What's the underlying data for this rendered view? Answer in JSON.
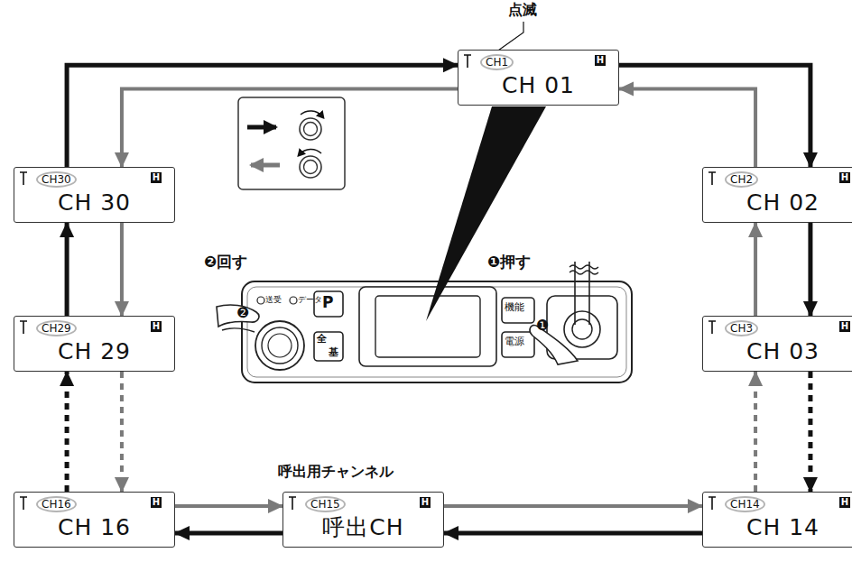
{
  "diagram": {
    "nodes": [
      {
        "text": [
          "CH1",
          "H",
          "CH 01"
        ]
      },
      {
        "text": [
          "CH30",
          "H",
          "CH 30"
        ]
      },
      {
        "text": [
          "CH2",
          "H",
          "CH 02"
        ]
      },
      {
        "text": [
          "CH29",
          "H",
          "CH 29"
        ]
      },
      {
        "text": [
          "CH3",
          "H",
          "CH 03"
        ]
      },
      {
        "text": [
          "CH16",
          "H",
          "CH 16"
        ]
      },
      {
        "text": [
          "CH15",
          "H",
          "呼出CH"
        ]
      },
      {
        "text": [
          "CH14",
          "H",
          "CH 14"
        ]
      }
    ],
    "edges": [
      {
        "from": 1,
        "to": 0,
        "arrow": "to"
      },
      {
        "from": 0,
        "to": 1,
        "arrow": "to"
      },
      {
        "from": 0,
        "to": 2,
        "arrow": "to"
      },
      {
        "from": 2,
        "to": 0,
        "arrow": "to"
      },
      {
        "from": 2,
        "to": 4,
        "arrow": "to"
      },
      {
        "from": 4,
        "to": 2,
        "arrow": "to"
      },
      {
        "from": 4,
        "to": 7,
        "arrow": "to"
      },
      {
        "from": 7,
        "to": 4,
        "arrow": "to"
      },
      {
        "from": 7,
        "to": 6,
        "arrow": "to"
      },
      {
        "from": 6,
        "to": 7,
        "arrow": "to"
      },
      {
        "from": 6,
        "to": 5,
        "arrow": "to"
      },
      {
        "from": 5,
        "to": 6,
        "arrow": "to"
      },
      {
        "from": 5,
        "to": 3,
        "arrow": "to"
      },
      {
        "from": 3,
        "to": 5,
        "arrow": "to"
      },
      {
        "from": 3,
        "to": 1,
        "arrow": "to"
      },
      {
        "from": 1,
        "to": 3,
        "arrow": "to"
      }
    ],
    "labels": [
      "点滅",
      "❶押す",
      "❷回す",
      "呼出用チャンネル",
      "送受",
      "データ",
      "P",
      "全",
      "基",
      "機能",
      "電源",
      "❶",
      "❷"
    ]
  }
}
